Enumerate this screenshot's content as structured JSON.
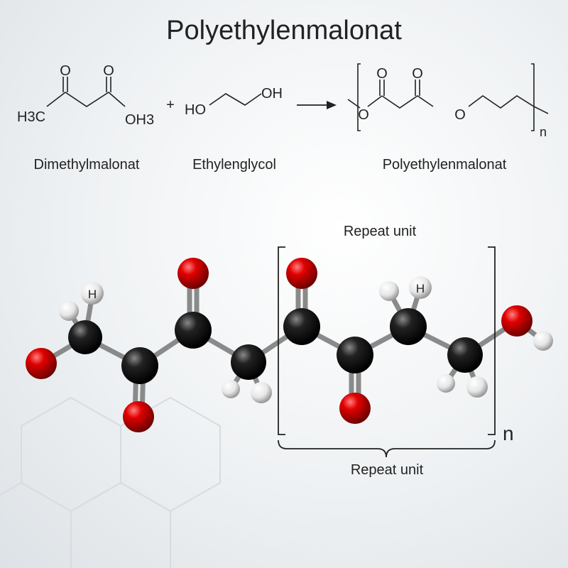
{
  "title": "Polyethylenmalonat",
  "reaction": {
    "reactant1": {
      "name": "Dimethylmalonat",
      "left_group": "H3C",
      "right_group": "OH3",
      "oxygen": "O"
    },
    "plus": "+",
    "reactant2": {
      "name": "Ethylenglycol",
      "left_group": "HO",
      "right_group": "OH"
    },
    "product": {
      "name": "Polyethylenmalonat",
      "oxygen": "O",
      "subscript": "n"
    }
  },
  "model": {
    "repeat_unit_top": "Repeat unit",
    "repeat_unit_bottom": "Repeat unit",
    "subscript": "n",
    "hydrogen_label": "H",
    "colors": {
      "oxygen": "#d10000",
      "carbon": "#1a1a1a",
      "hydrogen": "#f2f2f2"
    }
  }
}
